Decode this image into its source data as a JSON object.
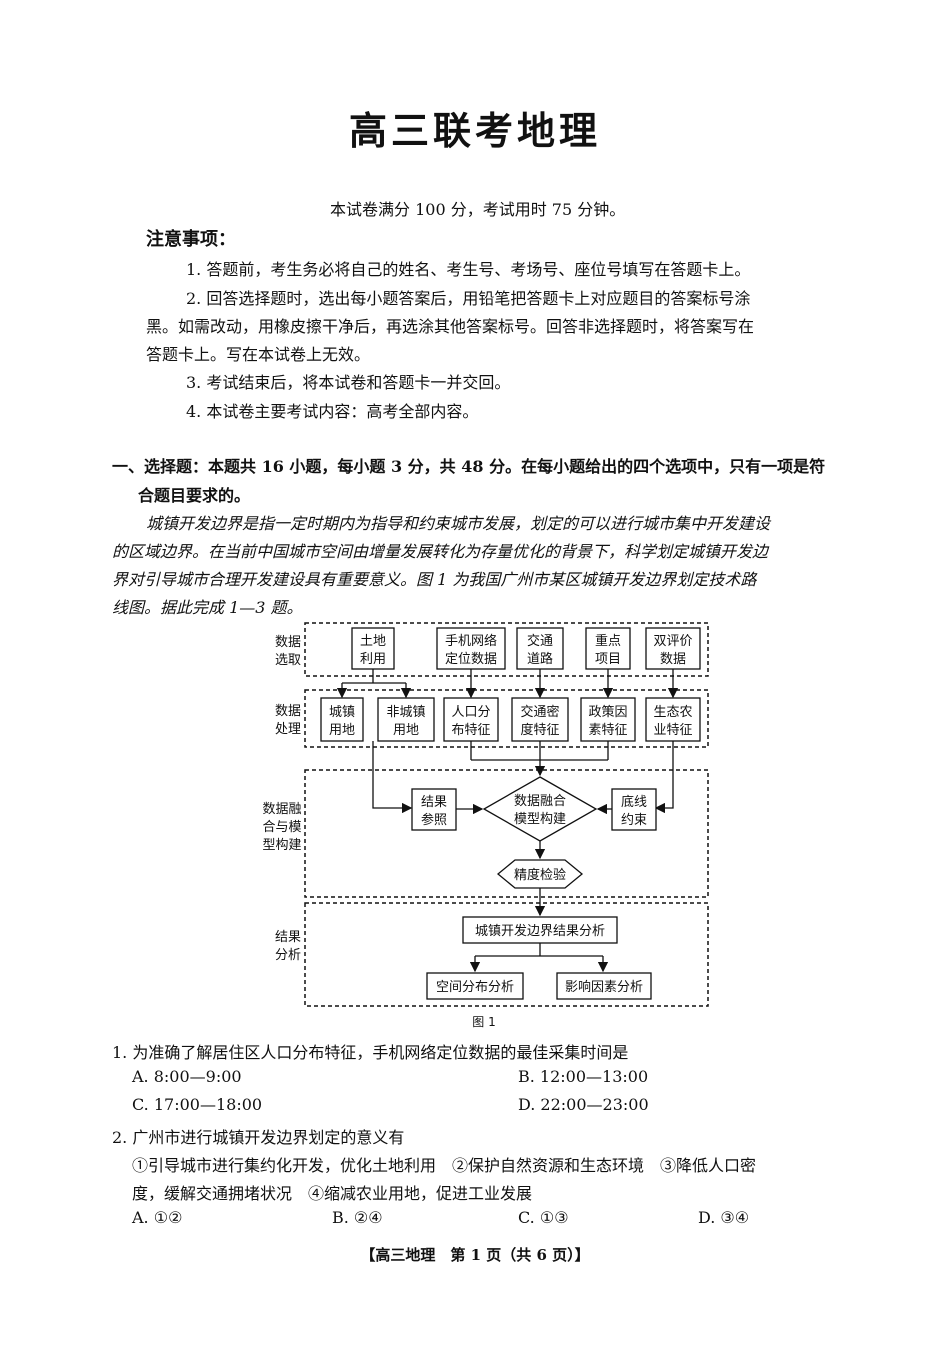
{
  "title": "高三联考地理",
  "exam_info": "本试卷满分 100 分，考试用时 75 分钟。",
  "notice": {
    "heading": "注意事项：",
    "items": [
      "1. 答题前，考生务必将自己的姓名、考生号、考场号、座位号填写在答题卡上。",
      "2. 回答选择题时，选出每小题答案后，用铅笔把答题卡上对应题目的答案标号涂",
      "黑。如需改动，用橡皮擦干净后，再选涂其他答案标号。回答非选择题时，将答案写在",
      "答题卡上。写在本试卷上无效。",
      "3. 考试结束后，将本试卷和答题卡一并交回。",
      "4. 本试卷主要考试内容：高考全部内容。"
    ]
  },
  "section": {
    "line1": "一、选择题：本题共 16 小题，每小题 3 分，共 48 分。在每小题给出的四个选项中，只有一项是符",
    "line2": "合题目要求的。"
  },
  "passage": [
    "城镇开发边界是指一定时期内为指导和约束城市发展，划定的可以进行城市集中开发建设",
    "的区域边界。在当前中国城市空间由增量发展转化为存量优化的背景下，科学划定城镇开发边",
    "界对引导城市合理开发建设具有重要意义。图 1 为我国广州市某区城镇开发边界划定技术路",
    "线图。据此完成 1—3 题。"
  ],
  "figure": {
    "stages": {
      "s1a": "数据",
      "s1b": "选取",
      "s2a": "数据",
      "s2b": "处理",
      "s3a": "数据融",
      "s3b": "合与模",
      "s3c": "型构建",
      "s4a": "结果",
      "s4b": "分析"
    },
    "select_boxes": [
      {
        "a": "土地",
        "b": "利用"
      },
      {
        "a": "手机网络",
        "b": "定位数据"
      },
      {
        "a": "交通",
        "b": "道路"
      },
      {
        "a": "重点",
        "b": "项目"
      },
      {
        "a": "双评价",
        "b": "数据"
      }
    ],
    "process_boxes": [
      {
        "a": "城镇",
        "b": "用地"
      },
      {
        "a": "非城镇",
        "b": "用地"
      },
      {
        "a": "人口分",
        "b": "布特征"
      },
      {
        "a": "交通密",
        "b": "度特征"
      },
      {
        "a": "政策因",
        "b": "素特征"
      },
      {
        "a": "生态农",
        "b": "业特征"
      }
    ],
    "result_ref": {
      "a": "结果",
      "b": "参照"
    },
    "fusion": {
      "a": "数据融合",
      "b": "模型构建"
    },
    "baseline": {
      "a": "底线",
      "b": "约束"
    },
    "precision": "精度检验",
    "analysis": "城镇开发边界结果分析",
    "spatial": "空间分布分析",
    "factors": "影响因素分析",
    "caption": "图 1"
  },
  "questions": {
    "q1": {
      "stem": "1. 为准确了解居住区人口分布特征，手机网络定位数据的最佳采集时间是",
      "a": "A. 8:00—9:00",
      "b": "B. 12:00—13:00",
      "c": "C. 17:00—18:00",
      "d": "D. 22:00—23:00"
    },
    "q2": {
      "stem": "2. 广州市进行城镇开发边界划定的意义有",
      "line1": "①引导城市进行集约化开发，优化土地利用　②保护自然资源和生态环境　③降低人口密",
      "line2": "度，缓解交通拥堵状况　④缩减农业用地，促进工业发展",
      "a": "A. ①②",
      "b": "B. ②④",
      "c": "C. ①③",
      "d": "D. ③④"
    }
  },
  "footer": "【高三地理　第 1 页（共 6 页）】"
}
